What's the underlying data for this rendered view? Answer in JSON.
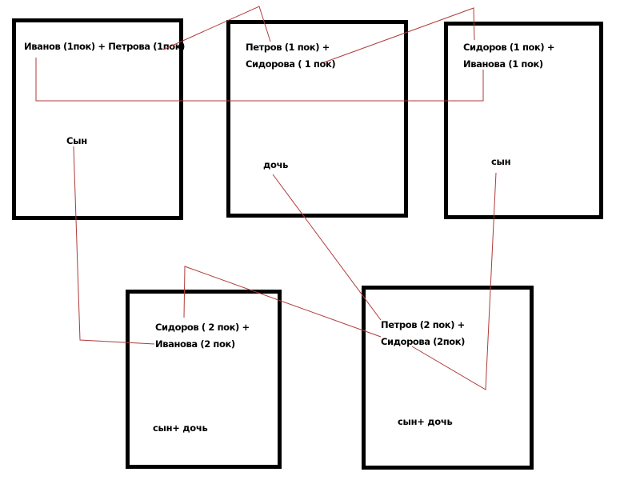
{
  "diagram": {
    "title": "",
    "line_color": "#b03a3a",
    "box_border_color": "#000000",
    "families": [
      {
        "id": "family-1",
        "generation": 1,
        "couple_lines": [
          "Иванов (1пок) + Петрова (1пок)"
        ],
        "children": "Сын"
      },
      {
        "id": "family-2",
        "generation": 1,
        "couple_lines": [
          "Петров (1 пок) +",
          "Сидорова ( 1 пок)"
        ],
        "children": "дочь"
      },
      {
        "id": "family-3",
        "generation": 1,
        "couple_lines": [
          "Сидоров (1 пок) +",
          "Иванова (1 пок)"
        ],
        "children": "сын"
      },
      {
        "id": "family-4",
        "generation": 2,
        "couple_lines": [
          "Сидоров ( 2 пок) +",
          "Иванова (2 пок)"
        ],
        "children": "сын+ дочь"
      },
      {
        "id": "family-5",
        "generation": 2,
        "couple_lines": [
          "Петров (2 пок) +",
          "Сидорова (2пок)"
        ],
        "children": "сын+ дочь"
      }
    ],
    "connections": [
      {
        "from": "Петрова (1пок)",
        "to": "Петров (1 пок)",
        "meaning": "sibling link"
      },
      {
        "from": "Сидорова ( 1 пок)",
        "to": "Сидоров (1 пок)",
        "meaning": "sibling link"
      },
      {
        "from": "Иванов (1пок)",
        "to": "Иванова (1 пок)",
        "meaning": "sibling link"
      },
      {
        "from": "Сын",
        "to": "Иванова (2 пок)",
        "meaning": "child becomes spouse"
      },
      {
        "from": "дочь",
        "to": "Петров (2 пок)",
        "meaning": "child becomes spouse"
      },
      {
        "from": "сын",
        "to": "Сидорова (2пок)",
        "meaning": "child becomes spouse"
      },
      {
        "from": "Сидоров ( 2 пок)",
        "to": "Сидорова (2пок)",
        "meaning": "sibling link"
      }
    ]
  }
}
